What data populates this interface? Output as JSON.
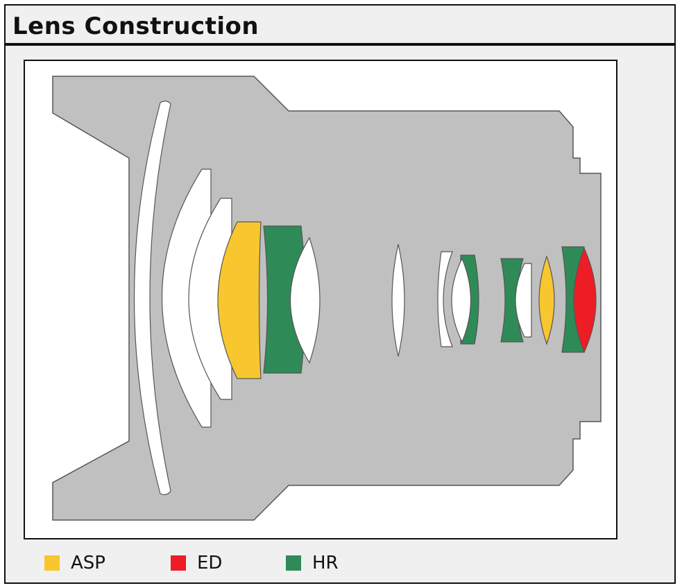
{
  "title": "Lens Construction",
  "colors": {
    "barrel": "#c0c0c0",
    "glass": "#ffffff",
    "asp": "#f8c62e",
    "ed": "#ee1c25",
    "hr": "#2e8b57",
    "outline": "#555555"
  },
  "legend": [
    {
      "key": "asp",
      "label": "ASP",
      "color": "#f8c62e"
    },
    {
      "key": "ed",
      "label": "ED",
      "color": "#ee1c25"
    },
    {
      "key": "hr",
      "label": "HR",
      "color": "#2e8b57"
    }
  ]
}
